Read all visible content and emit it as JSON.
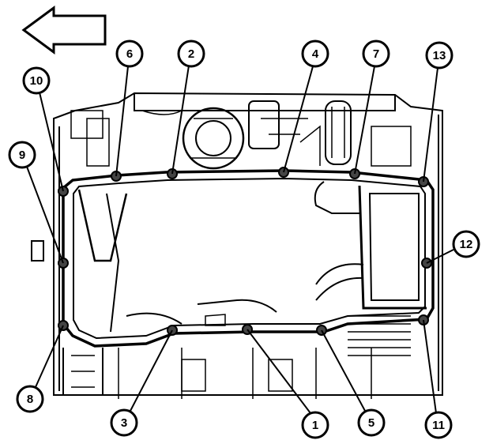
{
  "diagram": {
    "direction_arrow": "front-arrow-left",
    "colors": {
      "ink": "#000000",
      "paper": "#ffffff",
      "bolt_fill": "#444444"
    },
    "callouts": [
      {
        "id": "c1",
        "label": "1"
      },
      {
        "id": "c2",
        "label": "2"
      },
      {
        "id": "c3",
        "label": "3"
      },
      {
        "id": "c4",
        "label": "4"
      },
      {
        "id": "c5",
        "label": "5"
      },
      {
        "id": "c6",
        "label": "6"
      },
      {
        "id": "c7",
        "label": "7"
      },
      {
        "id": "c8",
        "label": "8"
      },
      {
        "id": "c9",
        "label": "9"
      },
      {
        "id": "c10",
        "label": "10"
      },
      {
        "id": "c11",
        "label": "11"
      },
      {
        "id": "c12",
        "label": "12"
      },
      {
        "id": "c13",
        "label": "13"
      }
    ]
  }
}
